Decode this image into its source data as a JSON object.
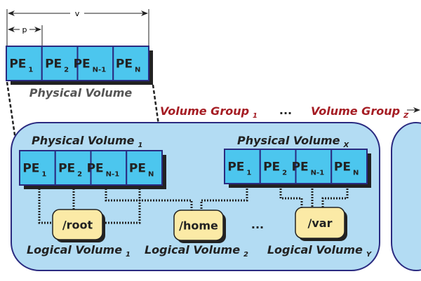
{
  "dimensions": {
    "v_label": "v",
    "p_label": "p"
  },
  "pe_cells": [
    {
      "base": "PE",
      "sub": "1"
    },
    {
      "base": "PE",
      "sub": "2"
    },
    {
      "base": "PE",
      "sub": "N-1"
    },
    {
      "base": "PE",
      "sub": "N"
    }
  ],
  "physical_volume": {
    "title": "Physical Volume"
  },
  "volume_groups": {
    "first": {
      "label": "Volume Group",
      "sub": "1"
    },
    "ellipsis": "...",
    "last": {
      "label": "Volume Group",
      "sub": "Z"
    }
  },
  "vg1": {
    "pv_first": {
      "label": "Physical Volume",
      "sub": "1"
    },
    "pv_last": {
      "label": "Physical Volume",
      "sub": "X"
    },
    "logical_volumes": [
      {
        "mount": "/root",
        "label": "Logical Volume",
        "sub": "1"
      },
      {
        "mount": "/home",
        "label": "Logical Volume",
        "sub": "2"
      },
      {
        "mount": "/var",
        "label": "Logical Volume",
        "sub": "Y"
      }
    ],
    "lv_ellipsis": "..."
  },
  "colors": {
    "pe_fill": "#4cc6ee",
    "pe_border": "#2a2a80",
    "vg_fill": "#b3dcf3",
    "lv_fill": "#fbeaa6",
    "vg_label": "#a51d24"
  }
}
